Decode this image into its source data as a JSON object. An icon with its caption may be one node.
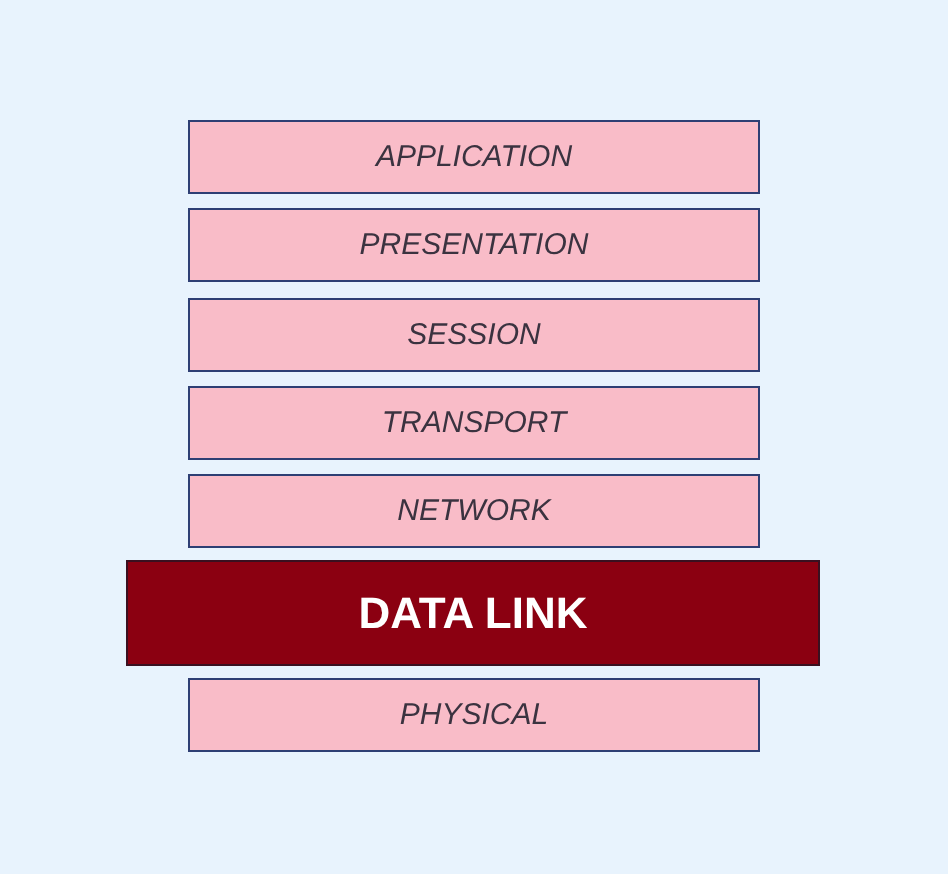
{
  "diagram": {
    "nodes": [
      {
        "text": [
          "APPLICATION"
        ]
      },
      {
        "text": [
          "PRESENTATION"
        ]
      },
      {
        "text": [
          "SESSION"
        ]
      },
      {
        "text": [
          "TRANSPORT"
        ]
      },
      {
        "text": [
          "NETWORK"
        ]
      },
      {
        "text": [
          "DATA LINK"
        ]
      },
      {
        "text": [
          "PHYSICAL"
        ]
      }
    ]
  }
}
